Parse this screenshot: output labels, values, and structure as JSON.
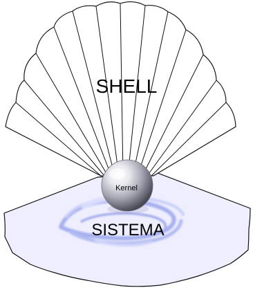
{
  "labels": {
    "shell": "SHELL",
    "kernel": "Kernel",
    "system": "SISTEMA"
  },
  "colors": {
    "shell_fill": "#ffffff",
    "shell_stroke": "#111111",
    "system_fill": "#eeeeff",
    "system_stroke": "#111111",
    "swirl": "#8d9ae8",
    "kernel_light": "#ffffff",
    "kernel_mid": "#c8c8d2",
    "kernel_dark": "#494955"
  }
}
